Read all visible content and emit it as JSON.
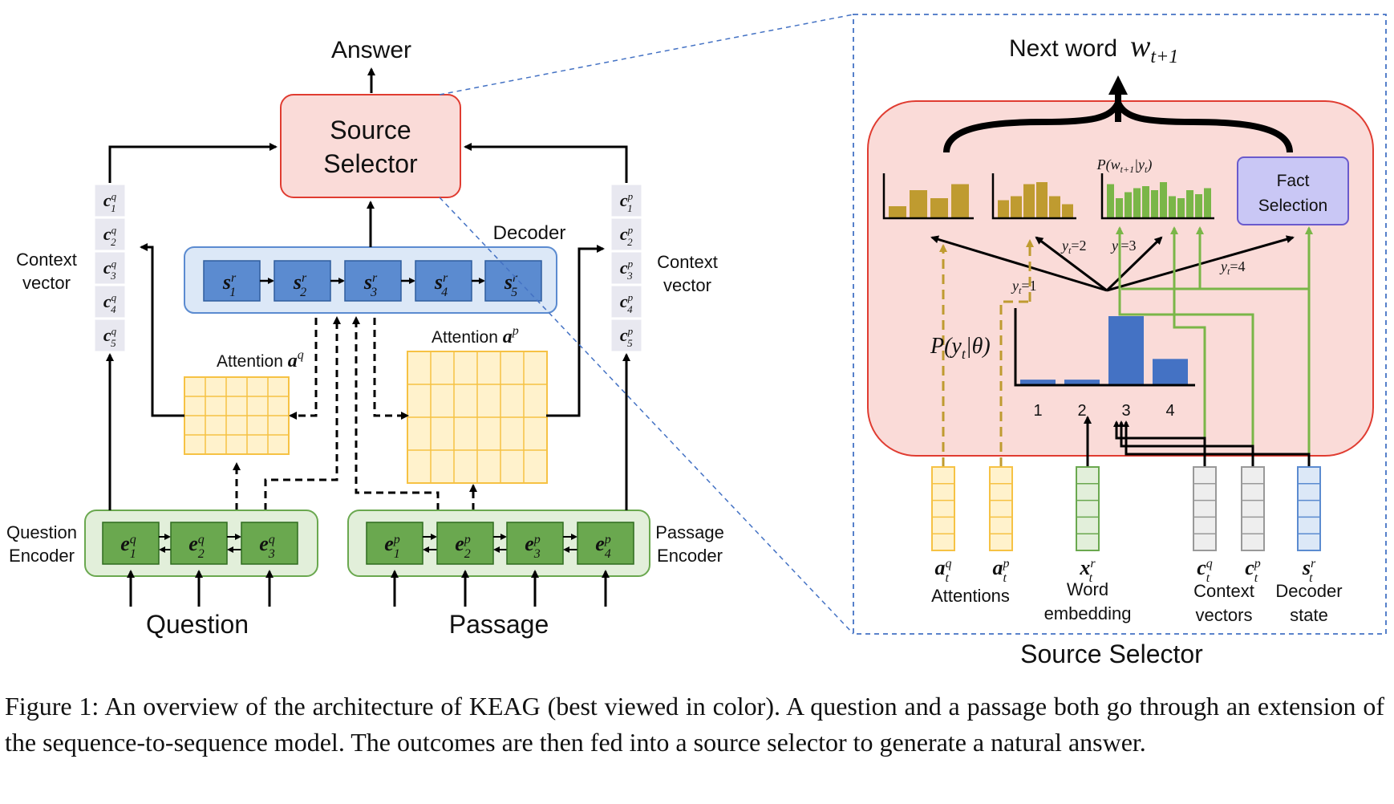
{
  "left": {
    "answer": "Answer",
    "source_selector": [
      "Source",
      "Selector"
    ],
    "decoder": "Decoder",
    "context_vector_left": [
      "Context",
      "vector"
    ],
    "context_vector_right": [
      "Context",
      "vector"
    ],
    "attention_q": "Attention",
    "attention_q_sym": "a",
    "attention_q_sup": "q",
    "attention_p": "Attention",
    "attention_p_sym": "a",
    "attention_p_sup": "p",
    "question_encoder": [
      "Question",
      "Encoder"
    ],
    "passage_encoder": [
      "Passage",
      "Encoder"
    ],
    "question": "Question",
    "passage": "Passage",
    "cq": [
      {
        "b": "c",
        "sub": "1",
        "sup": "q"
      },
      {
        "b": "c",
        "sub": "2",
        "sup": "q"
      },
      {
        "b": "c",
        "sub": "3",
        "sup": "q"
      },
      {
        "b": "c",
        "sub": "4",
        "sup": "q"
      },
      {
        "b": "c",
        "sub": "5",
        "sup": "q"
      }
    ],
    "cp": [
      {
        "b": "c",
        "sub": "1",
        "sup": "p"
      },
      {
        "b": "c",
        "sub": "2",
        "sup": "p"
      },
      {
        "b": "c",
        "sub": "3",
        "sup": "p"
      },
      {
        "b": "c",
        "sub": "4",
        "sup": "p"
      },
      {
        "b": "c",
        "sub": "5",
        "sup": "p"
      }
    ],
    "s": [
      {
        "b": "s",
        "sub": "1",
        "sup": "r"
      },
      {
        "b": "s",
        "sub": "2",
        "sup": "r"
      },
      {
        "b": "s",
        "sub": "3",
        "sup": "r"
      },
      {
        "b": "s",
        "sub": "4",
        "sup": "r"
      },
      {
        "b": "s",
        "sub": "5",
        "sup": "r"
      }
    ],
    "eq": [
      {
        "b": "e",
        "sub": "1",
        "sup": "q"
      },
      {
        "b": "e",
        "sub": "2",
        "sup": "q"
      },
      {
        "b": "e",
        "sub": "3",
        "sup": "q"
      }
    ],
    "ep": [
      {
        "b": "e",
        "sub": "1",
        "sup": "p"
      },
      {
        "b": "e",
        "sub": "2",
        "sup": "p"
      },
      {
        "b": "e",
        "sub": "3",
        "sup": "p"
      },
      {
        "b": "e",
        "sub": "4",
        "sup": "p"
      }
    ]
  },
  "right": {
    "next_word": "Next word",
    "next_word_sym": "w",
    "next_word_sub": "t+1",
    "p_w_given_y": "P(w",
    "p_w_given_y_sub": "t+1",
    "p_w_given_y_tail": "|y",
    "p_w_given_y_tail_sub": "t",
    "p_w_given_y_end": ")",
    "fact_selection": [
      "Fact",
      "Selection"
    ],
    "p_y_theta": "P(y",
    "p_y_theta_sub": "t",
    "p_y_theta_end": "|θ)",
    "yt_labels": [
      {
        "base": "y",
        "sub": "t",
        "val": "=1"
      },
      {
        "base": "y",
        "sub": "t",
        "val": "=2"
      },
      {
        "base": "y",
        "sub": "t",
        "val": "=3"
      },
      {
        "base": "y",
        "sub": "t",
        "val": "=4"
      }
    ],
    "bar_chart": {
      "categories": [
        "1",
        "2",
        "3",
        "4"
      ],
      "values": [
        0.08,
        0.08,
        1.0,
        0.38
      ]
    },
    "inputs": {
      "atq": {
        "b": "a",
        "sub": "t",
        "sup": "q"
      },
      "atp": {
        "b": "a",
        "sub": "t",
        "sup": "p"
      },
      "xtr": {
        "b": "x",
        "sub": "t",
        "sup": "r"
      },
      "ctq": {
        "b": "c",
        "sub": "t",
        "sup": "q"
      },
      "ctp": {
        "b": "c",
        "sub": "t",
        "sup": "p"
      },
      "str": {
        "b": "s",
        "sub": "t",
        "sup": "r"
      }
    },
    "attentions": "Attentions",
    "word_embedding": [
      "Word",
      "embedding"
    ],
    "context_vectors": [
      "Context",
      "vectors"
    ],
    "decoder_state": [
      "Decoder",
      "state"
    ],
    "title": "Source Selector"
  },
  "caption": "Figure 1:  An overview of the architecture of KEAG (best viewed in color).  A question and a passage both go through an extension of the sequence-to-sequence model.  The outcomes are then fed into a source selector to generate a natural answer.",
  "colors": {
    "encoder_fill": "#6aa84f",
    "encoder_bg": "#e2efda",
    "decoder_fill": "#5b8bd0",
    "decoder_bg": "#dce8f7",
    "attention_fill": "#fff2cc",
    "attention_stroke": "#f6c244",
    "selector_fill": "#fadbd8",
    "selector_stroke": "#e03c31",
    "fact_fill": "#c9c7f5",
    "gold_bar": "#bf9b30",
    "green_bar": "#7ab648",
    "blue_bar": "#4472c4"
  }
}
